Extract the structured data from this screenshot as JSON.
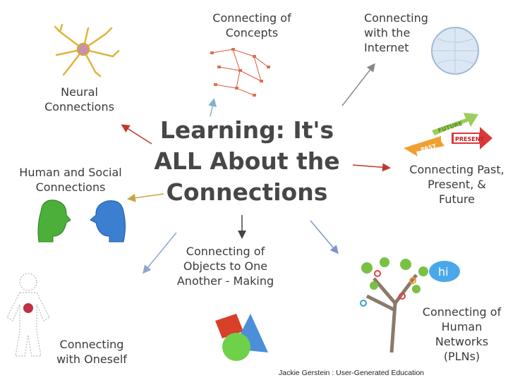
{
  "title": "Learning: It's ALL About the Connections",
  "nodes": {
    "neural": {
      "label": "Neural Connections",
      "icon": "neuron-icon"
    },
    "concepts": {
      "label": "Connecting of Concepts",
      "icon": "concept-map-icon"
    },
    "internet": {
      "label": "Connecting with the Internet",
      "icon": "globe-icon"
    },
    "time": {
      "label": "Connecting Past, Present, & Future",
      "icon": "time-arrows-icon",
      "arrow_labels": [
        "FUTURE",
        "PRESENT",
        "PAST"
      ]
    },
    "social": {
      "label": "Human and Social Connections",
      "icon": "talking-heads-icon"
    },
    "objects": {
      "label": "Connecting of Objects to One Another - Making",
      "icon": "shapes-icon"
    },
    "oneself": {
      "label": "Connecting with Oneself",
      "icon": "person-outline-icon"
    },
    "networks": {
      "label": "Connecting of Human Networks (PLNs)",
      "icon": "network-tree-icon",
      "bubble": "hi"
    }
  },
  "footer": "Jackie Gerstein : User-Generated Education",
  "colors": {
    "red": "#c0392b",
    "blue": "#7fa3c8",
    "gray": "#8a8a8a",
    "yellow": "#c9a544",
    "green": "#8bc34a",
    "orange": "#f0a030"
  }
}
